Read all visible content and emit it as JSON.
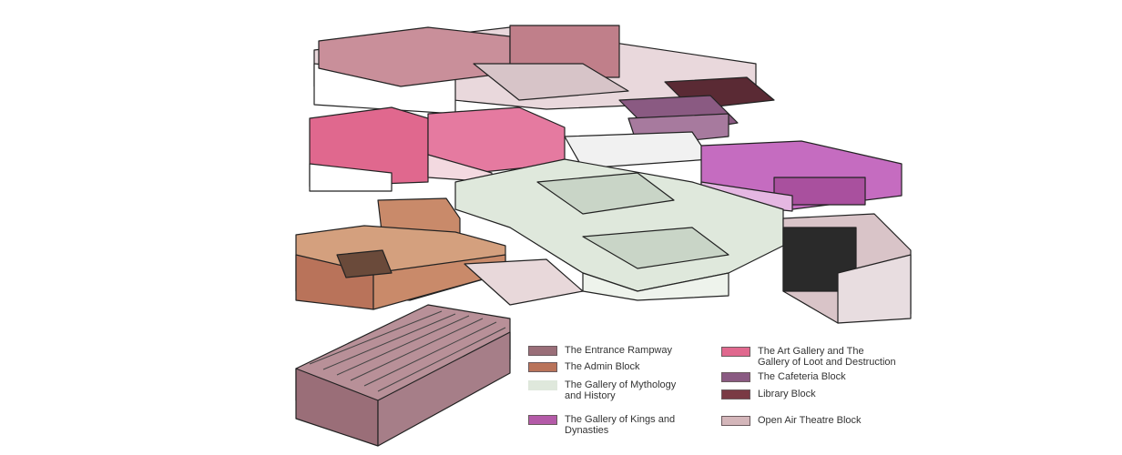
{
  "legend": [
    {
      "label": "The Entrance Rampway",
      "color": "#9a6e78"
    },
    {
      "label": "The Admin Block",
      "color": "#b9735a"
    },
    {
      "label": "The Gallery of Mythology\nand History",
      "color": "#dfe8dc"
    },
    {
      "label": "The Gallery of Kings and\nDynasties",
      "color": "#b45aa8"
    },
    {
      "label": "The Art Gallery and The\nGallery of Loot and Destruction",
      "color": "#e0688e"
    },
    {
      "label": "The Cafeteria Block",
      "color": "#8a5a82"
    },
    {
      "label": "Library Block",
      "color": "#7a3a44"
    },
    {
      "label": "Open Air Theatre Block",
      "color": "#d4b6ba"
    }
  ]
}
